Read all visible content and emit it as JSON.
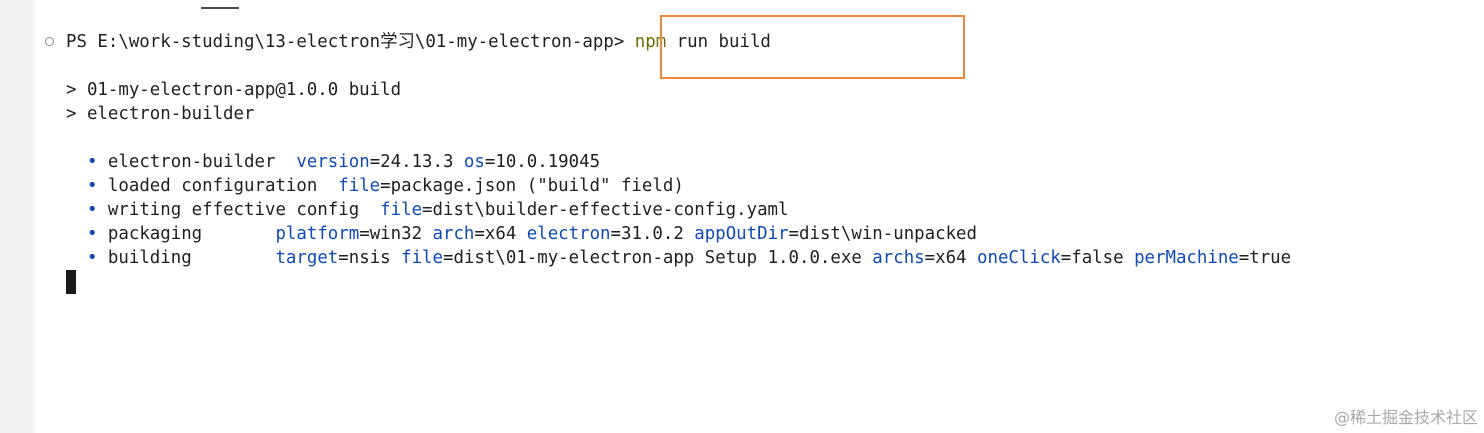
{
  "terminal": {
    "prompt": {
      "prefix": "PS E:\\work-studing\\13-electron学习\\01-my-electron-app> ",
      "command": "npm",
      "args": " run build"
    },
    "script_lines": [
      "> 01-my-electron-app@1.0.0 build",
      "> electron-builder"
    ],
    "log": {
      "bullet": "•",
      "l1_label": "electron-builder  ",
      "l1_k1": "version",
      "l1_v1": "=24.13.3 ",
      "l1_k2": "os",
      "l1_v2": "=10.0.19045",
      "l2_label": "loaded configuration  ",
      "l2_k1": "file",
      "l2_v1": "=package.json (\"build\" field)",
      "l3_label": "writing effective config  ",
      "l3_k1": "file",
      "l3_v1": "=dist\\builder-effective-config.yaml",
      "l4_label": "packaging       ",
      "l4_k1": "platform",
      "l4_v1": "=win32 ",
      "l4_k2": "arch",
      "l4_v2": "=x64 ",
      "l4_k3": "electron",
      "l4_v3": "=31.0.2 ",
      "l4_k4": "appOutDir",
      "l4_v4": "=dist\\win-unpacked",
      "l5_label": "building        ",
      "l5_k1": "target",
      "l5_v1": "=nsis ",
      "l5_k2": "file",
      "l5_v2": "=dist\\01-my-electron-app Setup 1.0.0.exe ",
      "l5_k3": "archs",
      "l5_v3": "=x64 ",
      "l5_k4": "oneClick",
      "l5_v4": "=false ",
      "l5_k5": "perMachine",
      "l5_v5": "=true"
    }
  },
  "watermark": "@稀土掘金技术社区",
  "colors": {
    "command": "#6d6f00",
    "option_key": "#0e4bb8",
    "highlight_box": "#f0883a",
    "gutter": "#f3f3f3"
  },
  "icons": {
    "status": "circle-outline-icon"
  }
}
